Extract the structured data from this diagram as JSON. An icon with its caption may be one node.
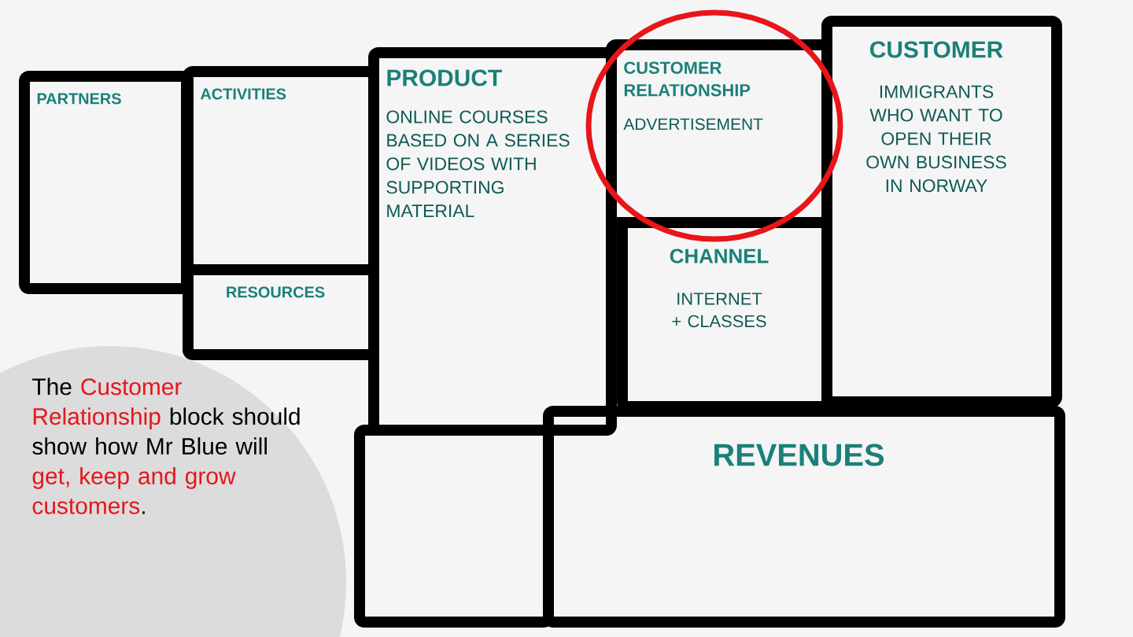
{
  "diagram": {
    "nodes": [
      {
        "text": [
          "PARTNERS"
        ]
      },
      {
        "text": [
          "ACTIVITIES"
        ]
      },
      {
        "text": [
          "PRODUCT",
          "ONLINE COURSES BASED ON A SERIES OF VIDEOS WITH SUPPORTING MATERIAL"
        ]
      },
      {
        "text": [
          "CUSTOMER RELATIONSHIP",
          "ADVERTISEMENT"
        ]
      },
      {
        "text": [
          "CUSTOMER",
          "IMMIGRANTS WHO WANT TO OPEN THEIR OWN BUSINESS IN NORWAY"
        ]
      },
      {
        "text": [
          "RESOURCES"
        ]
      },
      {
        "text": [
          "CHANNEL",
          "INTERNET + CLASSES"
        ]
      },
      {
        "text": [],
        "shape": "box"
      },
      {
        "text": [
          "REVENUES"
        ]
      },
      {
        "text": [
          "The *Customer Relationship* block should show how Mr Blue will *get, keep and grow customers*."
        ]
      }
    ],
    "edges": []
  }
}
